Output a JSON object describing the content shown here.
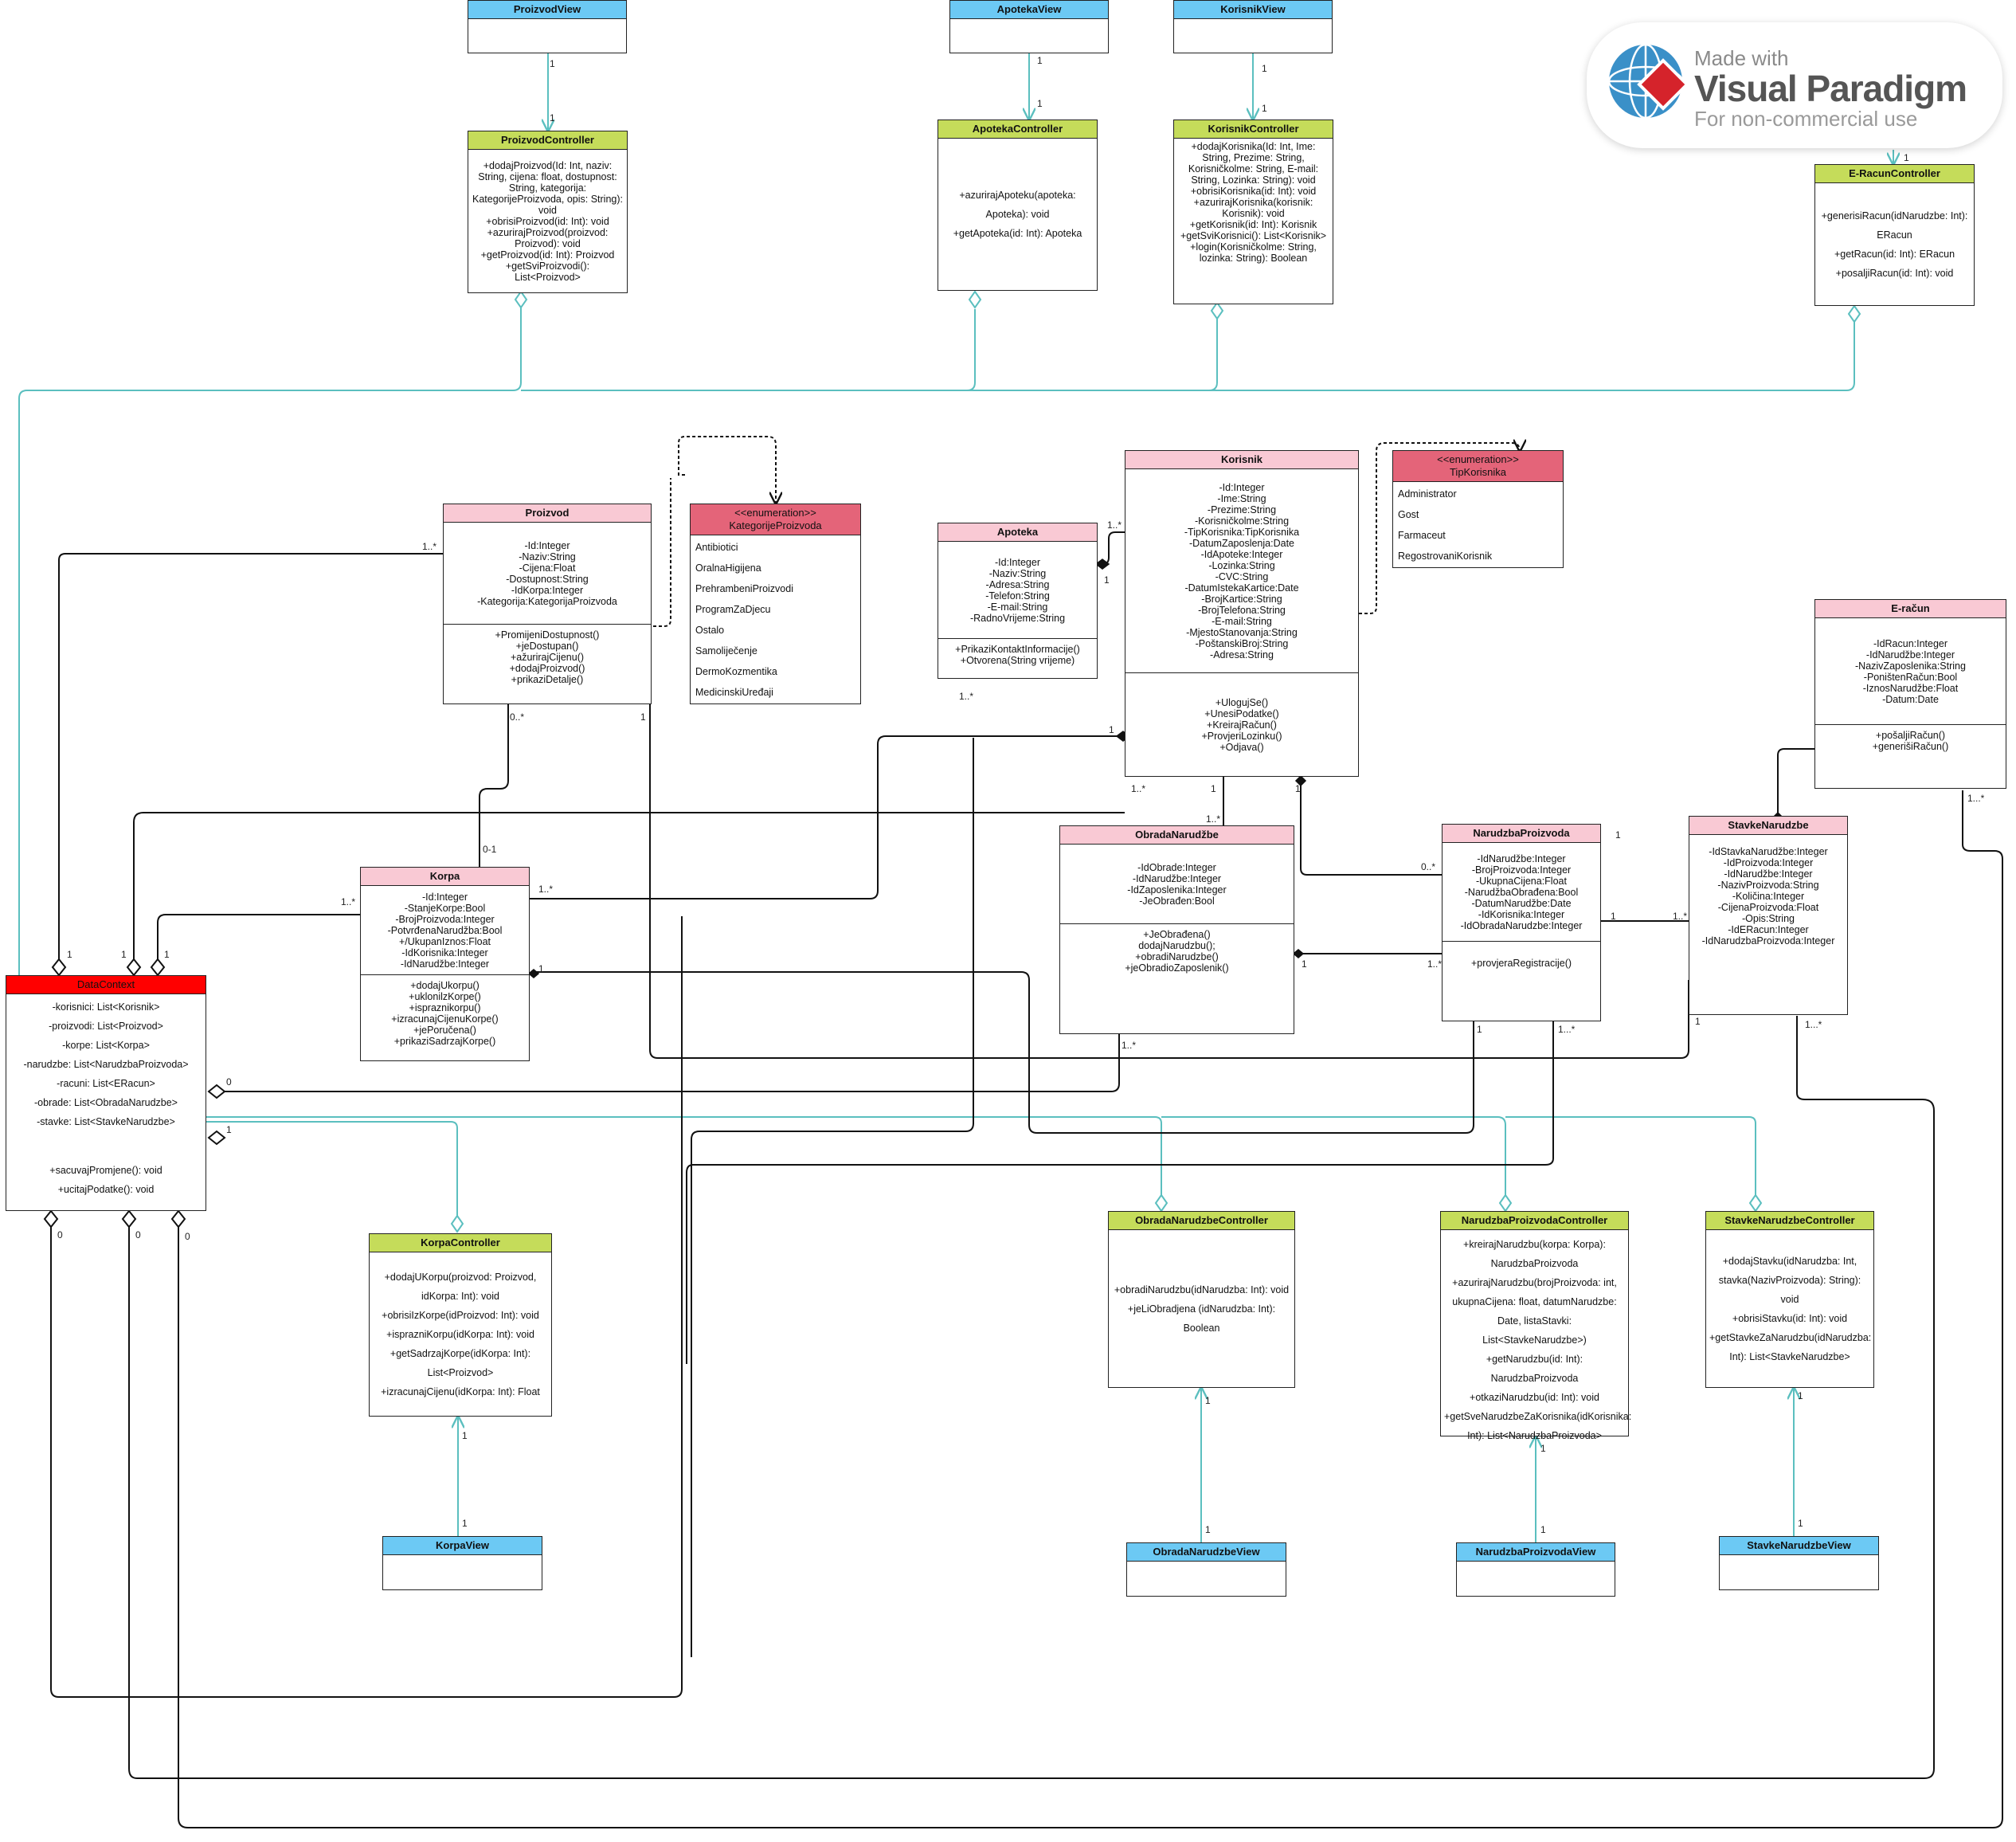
{
  "colors": {
    "view": "#6cc9f4",
    "controller": "#c5dc5a",
    "entity": "#f9c9d4",
    "enumeration": "#e46479",
    "datacontext": "#ff0000",
    "association": "#5bbfbf",
    "wire": "#111111"
  },
  "watermark": {
    "made_with": "Made with",
    "brand": "Visual Paradigm",
    "sub": "For non-commercial use",
    "logo_icon": "visual-paradigm-globe-icon"
  },
  "views": {
    "proizvod": "ProizvodView",
    "apoteka": "ApotekaView",
    "korisnik": "KorisnikView",
    "korpa": "KorpaView",
    "obrada": "ObradaNarudzbeView",
    "narudzba": "NarudzbaProizvodaView",
    "stavke": "StavkeNarudzbeView"
  },
  "controllers": {
    "proizvod": {
      "name": "ProizvodController",
      "ops": "+dodajProizvod(Id: Int, naziv: String, cijena: float, dostupnost: String, kategorija: KategorijeProizvoda, opis: String): void\n+obrisiProizvod(id: Int): void\n+azurirajProizvod(proizvod: Proizvod): void\n+getProizvod(id: Int): Proizvod\n+getSviProizvodi(): List<Proizvod>"
    },
    "apoteka": {
      "name": "ApotekaController",
      "ops": "+azurirajApoteku(apoteka: Apoteka): void\n+getApoteka(id: Int): Apoteka"
    },
    "korisnik": {
      "name": "KorisnikController",
      "ops": "+dodajKorisnika(Id: Int, Ime: String, Prezime: String, Korisničkolme: String, E-mail: String, Lozinka: String): void\n+obrisiKorisnika(id: Int): void\n+azurirajKorisnika(korisnik: Korisnik): void\n+getKorisnik(id: Int): Korisnik\n+getSviKorisnici(): List<Korisnik>\n+login(Korisničkolme: String, lozinka: String): Boolean"
    },
    "eracun": {
      "name": "E-RacunController",
      "ops": "+generisiRacun(idNarudzbe: Int): ERacun\n+getRacun(id: Int): ERacun\n+posaljiRacun(id: Int): void"
    },
    "korpa": {
      "name": "KorpaController",
      "ops": "+dodajUKorpu(proizvod: Proizvod, idKorpa: Int): void\n+obrisiIzKorpe(idProizvod: Int): void\n+isprazniKorpu(idKorpa: Int): void\n+getSadrzajKorpe(idKorpa: Int): List<Proizvod>\n+izracunajCijenu(idKorpa: Int): Float"
    },
    "obrada": {
      "name": "ObradaNarudzbeController",
      "ops": "+obradiNarudzbu(idNarudzba: Int): void\n+jeLiObradjena (idNarudzba: Int): Boolean"
    },
    "narudzba": {
      "name": "NarudzbaProizvodaController",
      "ops": "+kreirajNarudzbu(korpa: Korpa): NarudzbaProizvoda\n+azurirajNarudzbu(brojProizvoda: int, ukupnaCijena: float, datumNarudzbe: Date, listaStavki: List<StavkeNarudzbe>)\n+getNarudzbu(id: Int): NarudzbaProizvoda\n+otkaziNarudzbu(id: Int): void\n+getSveNarudzbeZaKorisnika(idKorisnika: Int): List<NarudzbaProizvoda>"
    },
    "stavke": {
      "name": "StavkeNarudzbeController",
      "ops": "+dodajStavku(idNarudzba: Int, stavka(NazivProizvoda): String): void\n+obrisiStavku(id: Int): void\n+getStavkeZaNarudzbu(idNarudzba: Int): List<StavkeNarudzbe>"
    }
  },
  "entities": {
    "proizvod": {
      "name": "Proizvod",
      "attrs": "-Id:Integer\n-Naziv:String\n-Cijena:Float\n-Dostupnost:String\n-IdKorpa:Integer\n-Kategorija:KategorijaProizvoda",
      "ops": "+PromijeniDostupnost()\n+jeDostupan()\n+ažurirajCijenu()\n+dodajProizvod()\n+prikaziDetalje()"
    },
    "apoteka": {
      "name": "Apoteka",
      "attrs": "-Id:Integer\n-Naziv:String\n-Adresa:String\n-Telefon:String\n-E-mail:String\n-RadnoVrijeme:String",
      "ops": "+PrikaziKontaktInformacije()\n+Otvorena(String vrijeme)"
    },
    "korisnik": {
      "name": "Korisnik",
      "attrs": "-Id:Integer\n-Ime:String\n-Prezime:String\n-Korisničkolme:String\n-TipKorisnika:TipKorisnika\n-DatumZaposlenja:Date\n-IdApoteke:Integer\n-Lozinka:String\n-CVC:String\n-DatumIstekaKartice:Date\n-BrojKartice:String\n-BrojTelefona:String\n-E-mail:String\n-MjestoStanovanja:String\n-PoštanskiBroj:String\n-Adresa:String",
      "ops": "+UlogujSe()\n+UnesiPodatke()\n+KreirajRačun()\n+ProvjeriLozinku()\n+Odjava()"
    },
    "eracun": {
      "name": "E-račun",
      "attrs": "-IdRacun:Integer\n-IdNarudžbe:Integer\n-NazivZaposlenika:String\n-PoništenRačun:Bool\n-IznosNarudžbe:Float\n-Datum:Date",
      "ops": "+pošaljiRačun()\n+generišiRačun()"
    },
    "korpa": {
      "name": "Korpa",
      "attrs": "-Id:Integer\n-StanjeKorpe:Bool\n-BrojProizvoda:Integer\n-PotvrđenaNarudžba:Bool\n+/UkupanIznos:Float\n-IdKorisnika:Integer\n-IdNarudžbe:Integer",
      "ops": "+dodajUkorpu()\n+uklonilzKorpe()\n+ispraznikorpu()\n+izracunajCijenuKorpe()\n+jePoručena()\n+prikaziSadrzajKorpe()"
    },
    "obrada": {
      "name": "ObradaNarudžbe",
      "attrs": "-IdObrade:Integer\n-IdNarudžbe:Integer\n-IdZaposlenika:Integer\n-JeObrađen:Bool",
      "ops": "+JeObrađena()\ndodajNarudzbu();\n+obradiNarudzbe()\n+jeObradioZaposlenik()"
    },
    "narudzba": {
      "name": "NarudzbaProizvoda",
      "attrs": "-IdNarudžbe:Integer\n-BrojProizvoda:Integer\n-UkupnaCijena:Float\n-NarudžbaObrađena:Bool\n-DatumNarudžbe:Date\n-IdKorisnika:Integer\n-IdObradaNarudzbe:Integer",
      "ops": "+provjeraRegistracije()"
    },
    "stavke": {
      "name": "StavkeNarudzbe",
      "attrs": "-IdStavkaNarudžbe:Integer\n-IdProizvoda:Integer\n-IdNarudžbe:Integer\n-NazivProizvoda:String\n-Količina:Integer\n-CijenaProizvoda:Float\n-Opis:String\n-IdERacun:Integer\n-IdNarudzbaProizvoda:Integer"
    }
  },
  "enums": {
    "kategorije": {
      "stereotype": "<<enumeration>>",
      "name": "KategorijeProizvoda",
      "items": [
        "Antibiotici",
        "OralnaHigijena",
        "PrehrambeniProizvodi",
        "ProgramZaDjecu",
        "Ostalo",
        "Samoliječenje",
        "DermoKozmentika",
        "MedicinskiUređaji"
      ]
    },
    "tip": {
      "stereotype": "<<enumeration>>",
      "name": "TipKorisnika",
      "items": [
        "Administrator",
        "Gost",
        "Farmaceut",
        "RegostrovaniKorisnik"
      ]
    }
  },
  "datacontext": {
    "name": "DataContext",
    "attrs": "-korisnici: List<Korisnik>\n-proizvodi: List<Proizvod>\n-korpe: List<Korpa>\n-narudzbe: List<NarudzbaProizvoda>\n-racuni: List<ERacun>\n-obrade: List<ObradaNarudzbe>\n-stavke: List<StavkeNarudzbe>",
    "ops": "+sacuvajPromjene(): void\n+ucitajPodatke(): void"
  },
  "multiplicities": {
    "m_pv1": "1",
    "m_pv2": "1",
    "m_av1": "1",
    "m_av2": "1",
    "m_kv1": "1",
    "m_kv2": "1",
    "m_ev": "1",
    "m_korpa_ctrl": "1",
    "m_korpa_view": "1",
    "m_obr_ctrl": "1",
    "m_obr_view": "1",
    "m_nar_ctrl": "1",
    "m_nar_view": "1",
    "m_stv_ctrl": "1",
    "m_stv_view": "1",
    "m_proiz_dc": "1..*",
    "m_dc_1a": "1",
    "m_dc_1b": "1",
    "m_dc_1c": "1",
    "m_proiz_korpa_a": "0..*",
    "m_proiz_korpa_b": "0-1",
    "m_proiz_stavke": "1",
    "m_apot_kor_a": "1..*",
    "m_apot_kor_b": "1",
    "m_apot_obr": "1..*",
    "m_kor_korpa_a": "1",
    "m_kor_korpa_b": "1..*",
    "m_kor_dc": "1..*",
    "m_kor_obr_a": "1",
    "m_kor_obr_b": "1..*",
    "m_kor_nar_a": "1",
    "m_kor_nar_b": "0..*",
    "m_korpa_dc": "1..*",
    "m_korpa_nar": "1",
    "m_obr_nar_a": "1",
    "m_obr_nar_b": "1..*",
    "m_nar_stv_a": "1",
    "m_nar_stv_b": "1..*",
    "m_nar_top": "1",
    "m_obr_dc": "1..*",
    "m_dc_0a": "0",
    "m_dc_1d": "1",
    "m_nar_b1": "1",
    "m_nar_b2": "1...*",
    "m_stv_b1": "1",
    "m_stv_b2": "1...*",
    "m_er": "1...*",
    "m_dc_0b": "0",
    "m_dc_0c": "0",
    "m_dc_0d": "0"
  }
}
